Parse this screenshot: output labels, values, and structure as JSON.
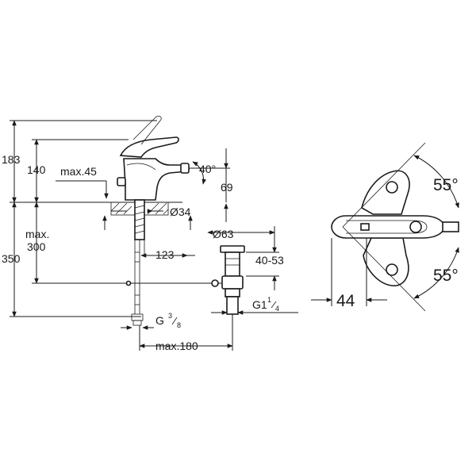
{
  "side_view": {
    "dims": {
      "total_height": "183",
      "spout_height": "140",
      "spout_reach": "max.45",
      "angle_label": "40°",
      "outlet_height": "69",
      "bore_diameter": "Ø34",
      "max_label": "max.",
      "max_value": "300",
      "total_length": "350",
      "waste_diameter": "Ø63",
      "waste_offset": "123",
      "waste_range": "40-53",
      "thread_main": "G1",
      "thread_frac_num": "1",
      "thread_frac_den": "4",
      "hose_thread_main": "G",
      "hose_thread_num": "3",
      "hose_thread_den": "8",
      "max_reach": "max.180"
    }
  },
  "top_view": {
    "dims": {
      "angle_top": "55°",
      "angle_bottom": "55°",
      "offset": "44"
    }
  }
}
